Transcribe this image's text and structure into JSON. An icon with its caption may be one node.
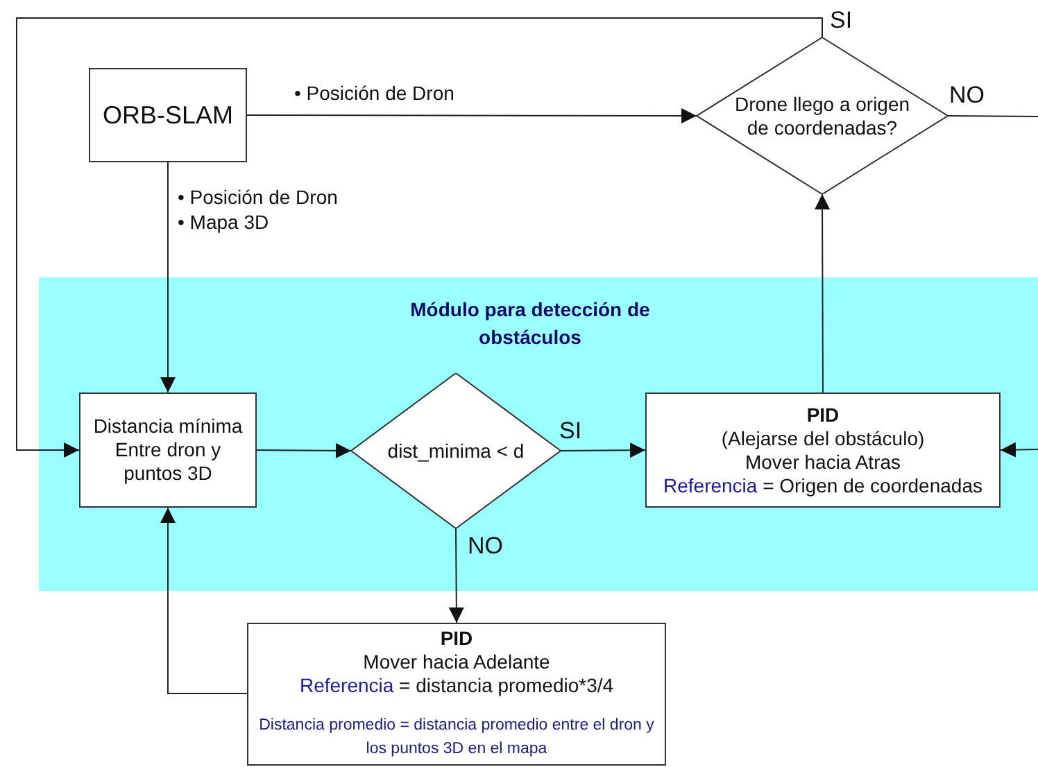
{
  "diagram": {
    "nodes": [
      {
        "text": [
          "Módulo para detección de obstáculos"
        ]
      },
      {
        "text": [
          "ORB-SLAM"
        ]
      },
      {
        "text": [
          "Drone llego a origen de coordenadas?"
        ]
      },
      {
        "text": [
          "Distancia mínima Entre dron y puntos 3D"
        ],
        "in": 0
      },
      {
        "text": [
          "dist_minima < d"
        ],
        "in": 0
      },
      {
        "text": [
          "PID",
          "(Alejarse del obstáculo)",
          "Mover hacia Atras",
          "Referencia = Origen de coordenadas"
        ],
        "in": 0
      },
      {
        "text": [
          "PID",
          "Mover hacia Adelante",
          "Referencia = distancia promedio*3/4",
          "Distancia promedio = distancia promedio entre el dron y los puntos 3D en el mapa"
        ]
      }
    ],
    "edges": [
      {
        "from": 1,
        "to": 2,
        "arrow": "to",
        "label": "• Posición de Dron"
      },
      {
        "from": 1,
        "to": 3,
        "arrow": "to",
        "label": "• Posición de Dron • Mapa 3D"
      },
      {
        "from": 2,
        "to": 3,
        "arrow": "to",
        "label": "SI"
      },
      {
        "from": 2,
        "to": null,
        "arrow": "none",
        "label": "NO"
      },
      {
        "from": 3,
        "to": 4,
        "arrow": "to"
      },
      {
        "from": 4,
        "to": 5,
        "arrow": "to",
        "label": "SI"
      },
      {
        "from": 4,
        "to": 6,
        "arrow": "to",
        "label": "NO"
      },
      {
        "from": 6,
        "to": 3,
        "arrow": "to"
      },
      {
        "from": 5,
        "to": 2,
        "arrow": "to"
      },
      {
        "from": null,
        "to": 5,
        "arrow": "to"
      }
    ]
  }
}
